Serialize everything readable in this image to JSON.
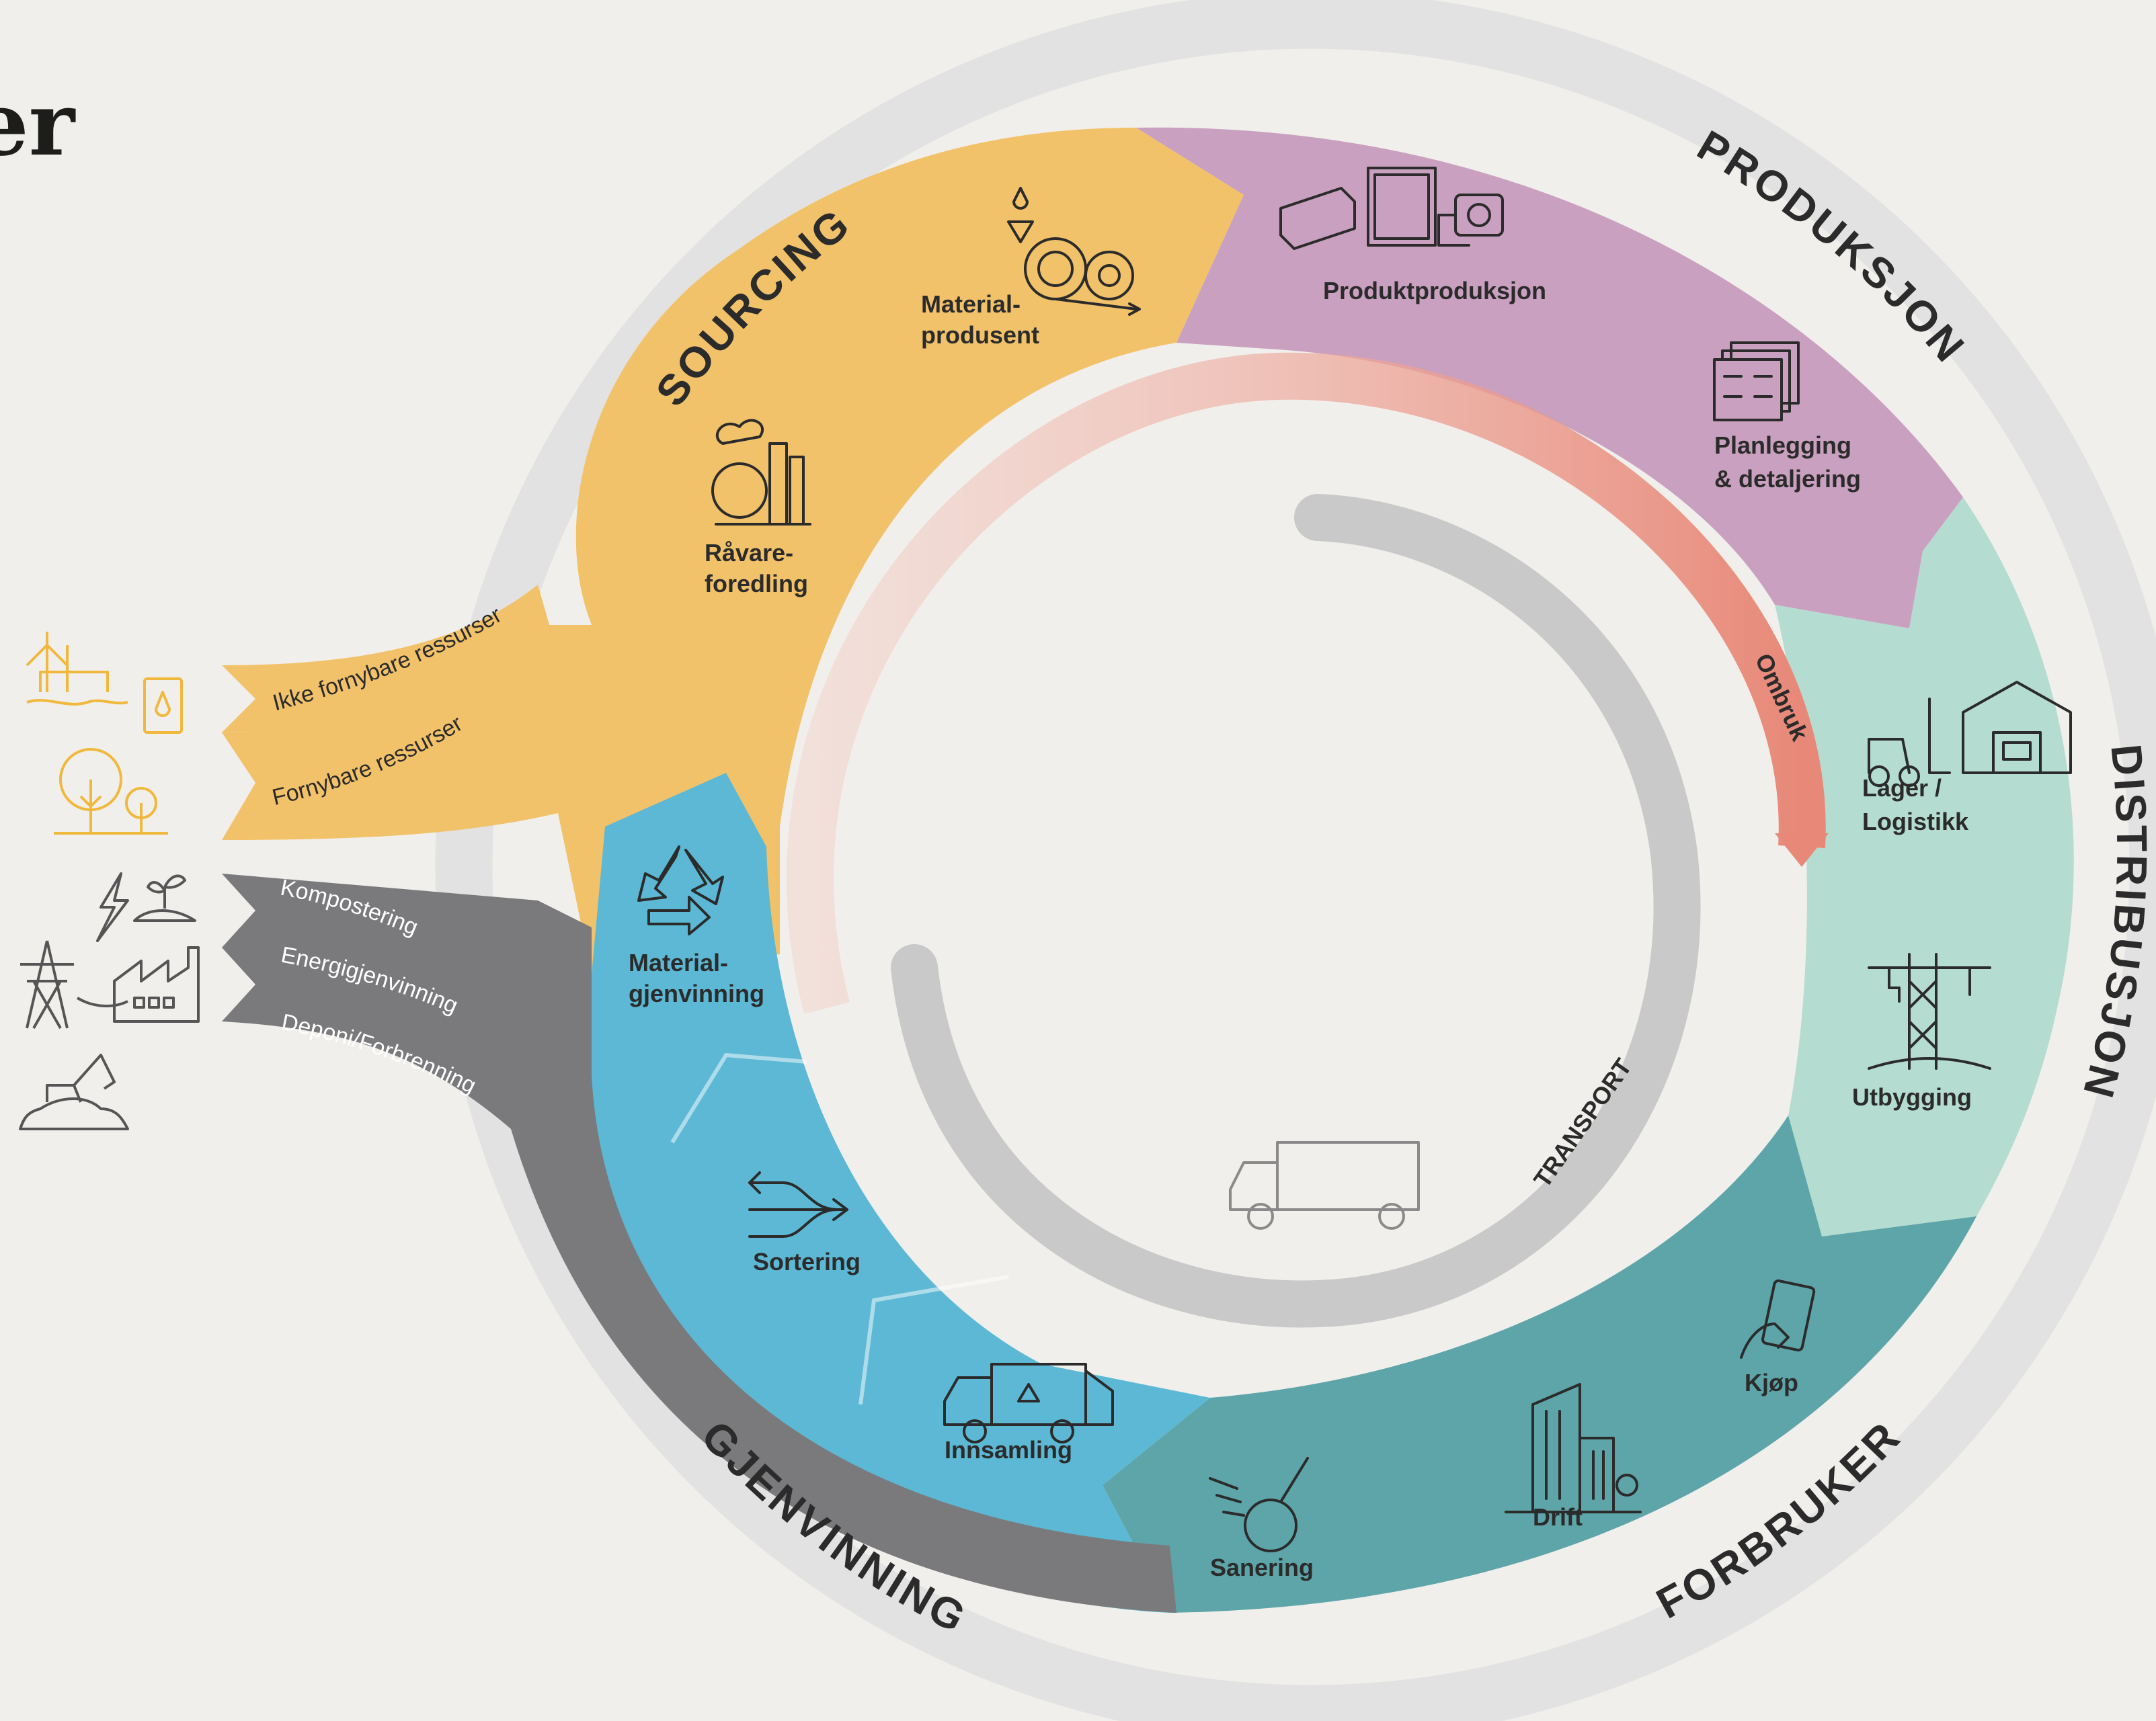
{
  "header": {
    "title_fragment": "er"
  },
  "ring": {
    "sourcing": "SOURCING",
    "produksjon": "PRODUKSJON",
    "distribusjon": "DISTRIBUSJON",
    "forbruker": "FORBRUKER",
    "gjenvinning": "GJENVINNING"
  },
  "stages": {
    "material_produsent": [
      "Material-",
      "produsent"
    ],
    "ravare_foredling": [
      "Råvare-",
      "foredling"
    ],
    "produktproduksjon": "Produktproduksjon",
    "planlegging": [
      "Planlegging",
      "& detaljering"
    ],
    "lager": [
      "Lager /",
      "Logistikk"
    ],
    "utbygging": "Utbygging",
    "kjop": "Kjøp",
    "drift": "Drift",
    "sanering": "Sanering",
    "innsamling": "Innsamling",
    "sortering": "Sortering",
    "material_gjenvinning": [
      "Material-",
      "gjenvinning"
    ]
  },
  "inner": {
    "ombruk": "Ombruk",
    "transport": "TRANSPORT"
  },
  "inputs": {
    "ikke_fornybare": "Ikke fornybare ressurser",
    "fornybare": "Fornybare ressurser"
  },
  "outputs": {
    "kompostering": "Kompostering",
    "energigjenvinning": "Energigjenvinning",
    "deponi": "Deponi/Forbrenning"
  },
  "colors": {
    "sourcing": "#f2c26b",
    "produksjon": "#c9a0bf",
    "distribusjon": "#b5dcd0",
    "forbruker": "#5ea5aa",
    "gjenvinning": "#5cb8d4",
    "waste": "#7a7a7c",
    "ombruk": "#e88878",
    "transport": "#c9c9c9",
    "outer_ring": "#e0e0e0"
  }
}
